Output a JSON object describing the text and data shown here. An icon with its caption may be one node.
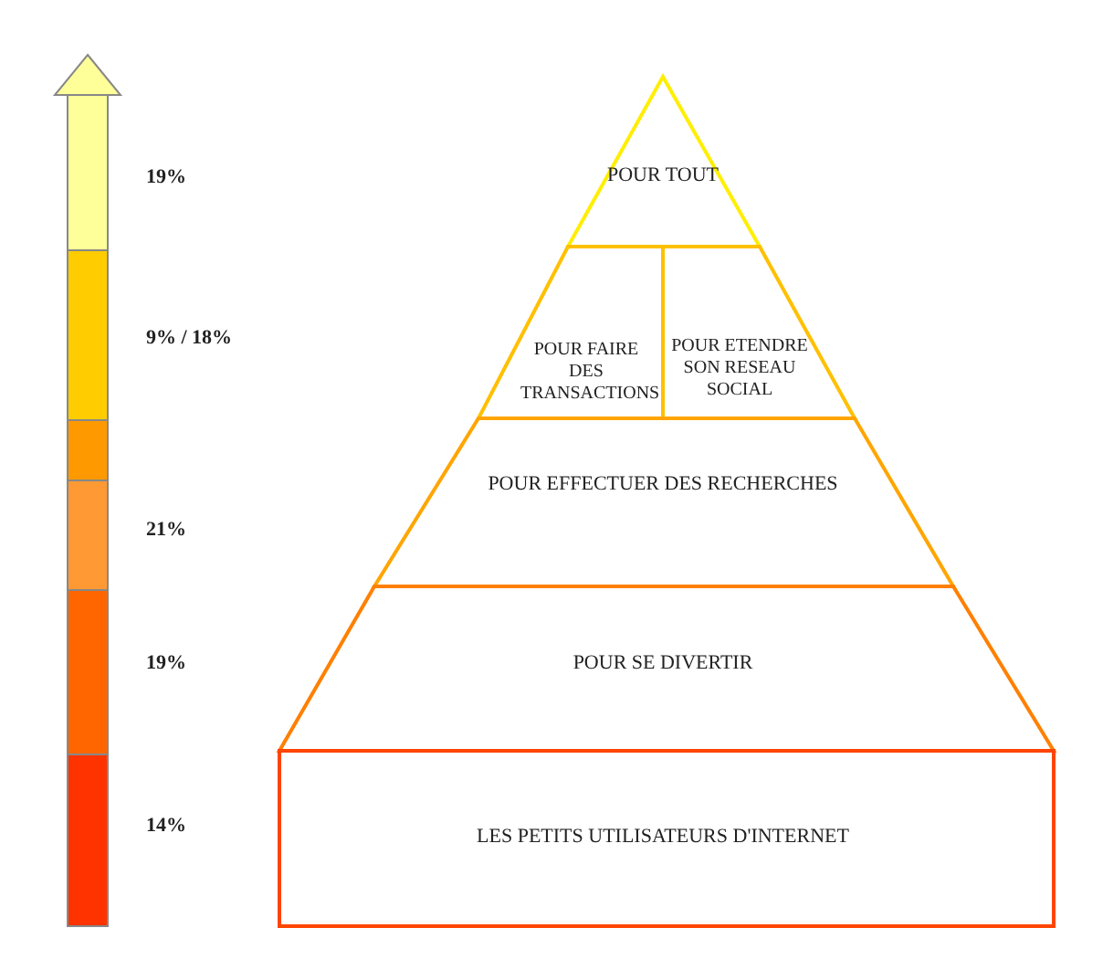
{
  "diagram": {
    "nodes": [
      {
        "text": [
          "POUR TOUT"
        ]
      },
      {
        "text": [
          "POUR FAIRE DES TRANSACTIONS"
        ]
      },
      {
        "text": [
          "POUR ETENDRE SON RESEAU SOCIAL"
        ]
      },
      {
        "text": [
          "POUR EFFECTUER DES RECHERCHES"
        ]
      },
      {
        "text": [
          "POUR SE DIVERTIR"
        ]
      },
      {
        "text": [
          "LES PETITS UTILISATEURS D'INTERNET"
        ]
      }
    ],
    "edges": [],
    "labels": [
      "19%",
      "9% / 18%",
      "21%",
      "19%",
      "14%"
    ]
  }
}
